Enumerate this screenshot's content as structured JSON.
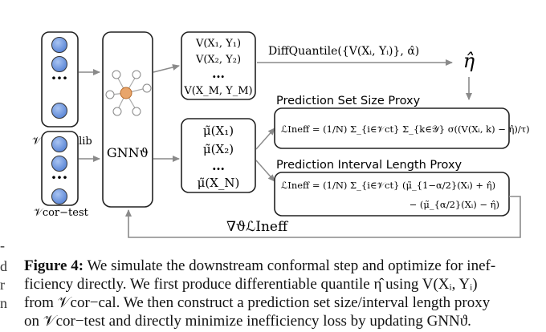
{
  "diagram": {
    "calib_label": "𝒱cor−calib",
    "test_label": "𝒱cor−test",
    "gnn_label": "GNNϑ",
    "calib_scores": [
      "V(X₁, Y₁)",
      "V(X₂, Y₂)",
      "…",
      "V(X_M, Y_M)"
    ],
    "test_preds": [
      "μ̃(X₁)",
      "μ̃(X₂)",
      "…",
      "μ̃(X_N)"
    ],
    "quantile_label": "DiffQuantile({V(Xᵢ, Yᵢ)}, α̂)",
    "eta_hat": "η̂",
    "set_size_title": "Prediction Set Size Proxy",
    "set_size_formula": "ℒIneff = (1/N) Σ_{i∈𝒱ct} Σ_{k∈𝒴} σ((V(Xᵢ, k) − η̂)/τ)",
    "interval_title": "Prediction Interval Length Proxy",
    "interval_formula_line1": "ℒIneff = (1/N) Σ_{i∈𝒱ct} (μ̃_{1−α/2}(Xᵢ) + η̂)",
    "interval_formula_line2": "− (μ̃_{α/2}(Xᵢ) − η̂)",
    "gradient_label": "∇ϑℒIneff"
  },
  "caption": {
    "label": "Figure 4:",
    "line1": "We simulate the downstream conformal step and optimize for inef-",
    "line2": "ficiency directly. We first produce differentiable quantile η̂ using V(Xᵢ, Yᵢ)",
    "line3": "from 𝒱cor−cal. We then construct a prediction set size/interval length proxy",
    "line4": "on 𝒱cor−test and directly minimize inefficiency loss by updating GNNϑ."
  },
  "margin_fragments": [
    "-",
    "d",
    "r",
    "n"
  ]
}
